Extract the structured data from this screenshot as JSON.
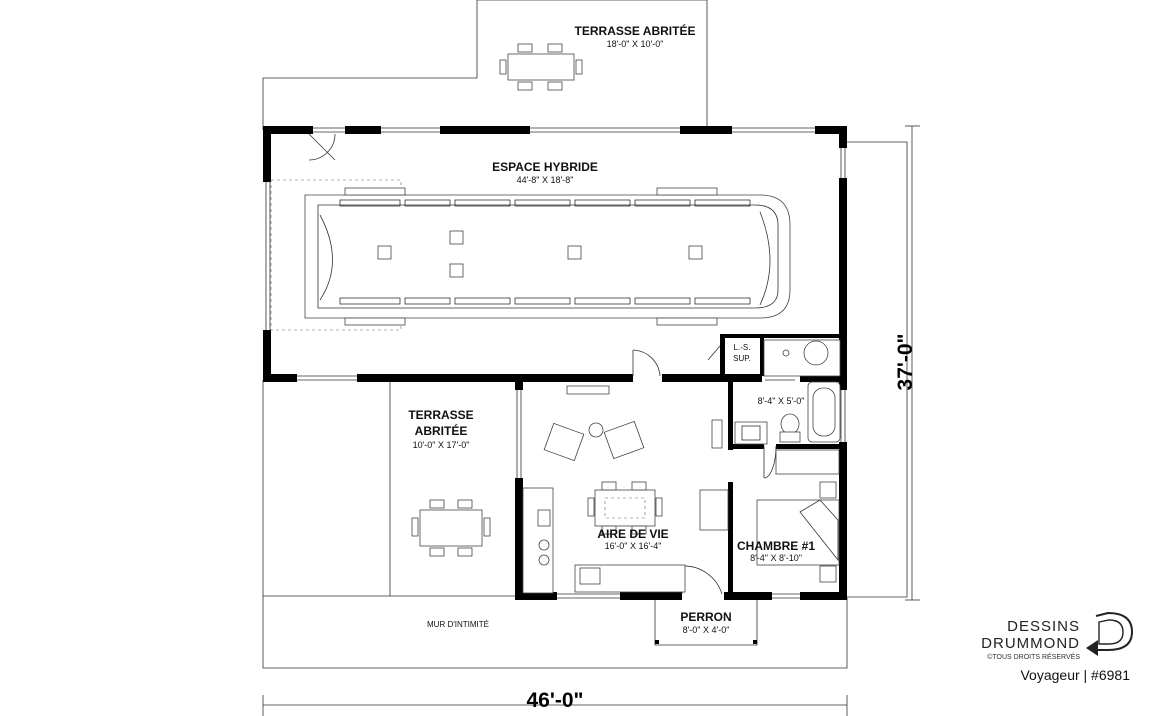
{
  "rooms": {
    "terrasse_top": {
      "name": "TERRASSE ABRITÉE",
      "dim": "18'-0\" X 10'-0\""
    },
    "espace_hybride": {
      "name": "ESPACE HYBRIDE",
      "dim": "44'-8\" X 18'-8\""
    },
    "terrasse_side": {
      "name_line1": "TERRASSE",
      "name_line2": "ABRITÉE",
      "dim": "10'-0\" X 17'-0\""
    },
    "aire_de_vie": {
      "name": "AIRE DE VIE",
      "dim": "16'-0\" X 16'-4\""
    },
    "chambre": {
      "name": "CHAMBRE #1",
      "dim": "8'-4\" X 8'-10\""
    },
    "salle_bain": {
      "dim": "8'-4\" X 5'-0\""
    },
    "laveuse": {
      "line1": "L.-S.",
      "line2": "SUP."
    },
    "perron": {
      "name": "PERRON",
      "dim": "8'-0\" X 4'-0\""
    }
  },
  "notes": {
    "mur_intimite": "MUR D'INTIMITÉ"
  },
  "dimensions": {
    "overall_width": "46'-0\"",
    "overall_depth": "37'-0\""
  },
  "branding": {
    "line1": "DESSINS",
    "line2": "DRUMMOND",
    "rights": "©TOUS DROITS RÉSERVÉS",
    "plan_id": "Voyageur | #6981"
  }
}
